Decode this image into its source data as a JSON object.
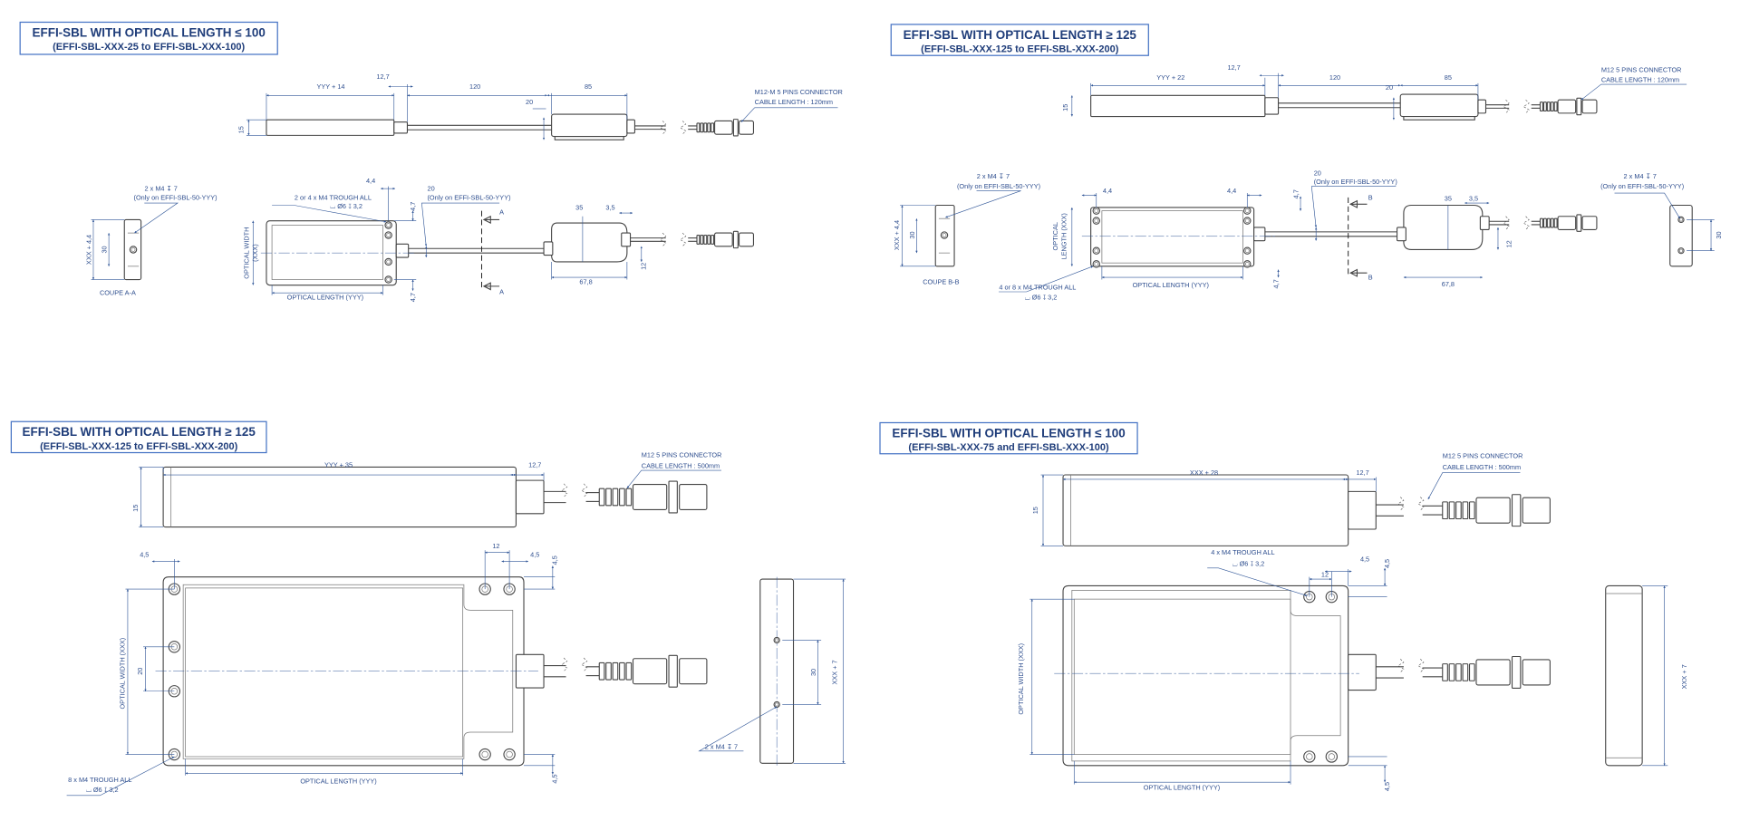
{
  "panels": [
    {
      "title": "EFFI-SBL WITH OPTICAL LENGTH ≤ 100",
      "subtitle": "(EFFI-SBL-XXX-25 to EFFI-SBL-XXX-100)",
      "labels": {
        "len": "YYY + 14",
        "d127": "12,7",
        "d120": "120",
        "d85": "85",
        "d15": "15",
        "d20a": "20",
        "conn": "M12-M 5 PINS CONNECTOR",
        "cable": "CABLE LENGTH : 120mm",
        "sec_holes": "2 x M4 ↧ 7",
        "sec_only": "(Only on EFFI-SBL-50-YYY)",
        "xxx44": "XXX + 4,4",
        "d30": "30",
        "coupe": "COUPE A-A",
        "holes": "2 or 4 x M4 TROUGH ALL",
        "cbore": "⌴ Ø6 ↧ 3,2",
        "d44": "4,4",
        "d47a": "4,7",
        "d47b": "4,7",
        "d20b": "20",
        "only": "(Only on EFFI-SBL-50-YYY)",
        "secA1": "A",
        "secA2": "A",
        "d35": "35",
        "d35b": "3,5",
        "d678": "67,8",
        "d12": "12",
        "ow": "OPTICAL WIDTH",
        "owx": "(XXX)",
        "ol": "OPTICAL LENGTH (YYY)"
      }
    },
    {
      "title": "EFFI-SBL WITH OPTICAL LENGTH ≥ 125",
      "subtitle": "(EFFI-SBL-XXX-125 to EFFI-SBL-XXX-200)",
      "labels": {
        "len": "YYY + 22",
        "d127": "12,7",
        "d120": "120",
        "d85": "85",
        "d15": "15",
        "d20a": "20",
        "conn": "M12 5 PINS CONNECTOR",
        "cable": "CABLE LENGTH : 120mm",
        "sec_holes": "2 x M4 ↧ 7",
        "sec_only": "(Only on EFFI-SBL-50-YYY)",
        "xxx44": "XXX + 4,4",
        "d30": "30",
        "coupe": "COUPE B-B",
        "holes": "4 or 8 x M4 TROUGH ALL",
        "cbore": "⌴ Ø6 ↧ 3,2",
        "d44a": "4,4",
        "d44b": "4,4",
        "d47a": "4,7",
        "d47b": "4,7",
        "d20b": "20",
        "only": "(Only on EFFI-SBL-50-YYY)",
        "secB1": "B",
        "secB2": "B",
        "d35": "35",
        "d35b": "3,5",
        "d678": "67,8",
        "d12": "12",
        "olx1": "OPTICAL",
        "olx2": "LENGTH (XXX)",
        "ol": "OPTICAL LENGTH (YYY)",
        "r_holes": "2 x M4 ↧ 7",
        "r_only": "(Only on EFFI-SBL-50-YYY)",
        "r30": "30"
      }
    },
    {
      "title": "EFFI-SBL WITH OPTICAL LENGTH ≥ 125",
      "subtitle": "(EFFI-SBL-XXX-125 to EFFI-SBL-XXX-200)",
      "labels": {
        "len": "YYY + 35",
        "d127": "12,7",
        "d15": "15",
        "conn": "M12 5 PINS CONNECTOR",
        "cable": "CABLE LENGTH : 500mm",
        "d45a": "4,5",
        "d12": "12",
        "d45b": "4,5",
        "d45c": "4,5",
        "d45d": "4,5",
        "ow": "OPTICAL WIDTH (XXX)",
        "d20": "20",
        "holes": "8 x M4 TROUGH ALL",
        "cbore": "⌴ Ø6 ↧ 3,2",
        "ol": "OPTICAL LENGTH (YYY)",
        "d30": "30",
        "xxx7": "XXX + 7",
        "side_holes": "2 x M4 ↧ 7"
      }
    },
    {
      "title": "EFFI-SBL WITH OPTICAL LENGTH ≤ 100",
      "subtitle": "(EFFI-SBL-XXX-75 and EFFI-SBL-XXX-100)",
      "labels": {
        "len": "XXX + 28",
        "d127": "12,7",
        "d15": "15",
        "conn": "M12 5 PINS CONNECTOR",
        "cable": "CABLE LENGTH : 500mm",
        "holes": "4 x M4 TROUGH ALL",
        "cbore": "⌴ Ø6 ↧ 3,2",
        "d12": "12",
        "d45a": "4,5",
        "d45b": "4,5",
        "d45c": "4,5",
        "ow": "OPTICAL WIDTH (XXX)",
        "ol": "OPTICAL LENGTH (YYY)",
        "xxx7": "XXX + 7"
      }
    }
  ]
}
